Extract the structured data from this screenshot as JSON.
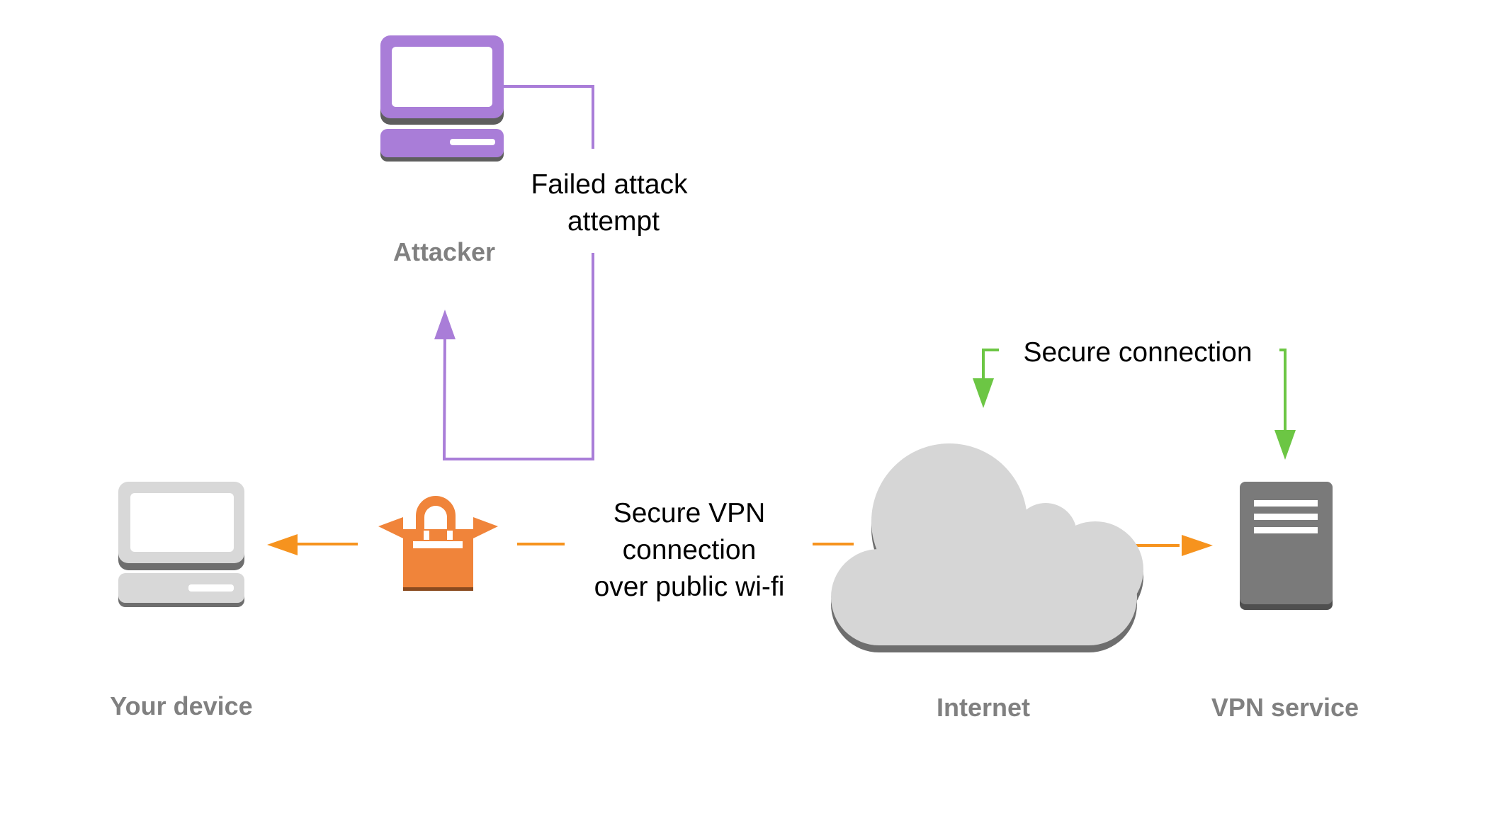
{
  "nodes": {
    "attacker": {
      "label": "Attacker"
    },
    "your_device": {
      "label": "Your device"
    },
    "internet": {
      "label": "Internet"
    },
    "vpn_service": {
      "label": "VPN service"
    }
  },
  "edges": {
    "failed_attack": {
      "line1": "Failed attack",
      "line2": "attempt"
    },
    "secure_connection": {
      "label": "Secure connection"
    },
    "secure_vpn": {
      "line1": "Secure VPN",
      "line2": "connection",
      "line3": "over public wi-fi"
    }
  },
  "colors": {
    "attacker": "#a97dd8",
    "vpn_tunnel": "#f6931e",
    "secure": "#6cc644",
    "device": "#d8d8d8",
    "cloud": "#d6d6d6",
    "server": "#7a7a7a",
    "node_label": "#808080"
  },
  "icons": {
    "attacker": "desktop-computer-icon",
    "your_device": "desktop-computer-icon",
    "lock": "vpn-lock-icon",
    "internet": "cloud-icon",
    "vpn_service": "server-icon"
  }
}
